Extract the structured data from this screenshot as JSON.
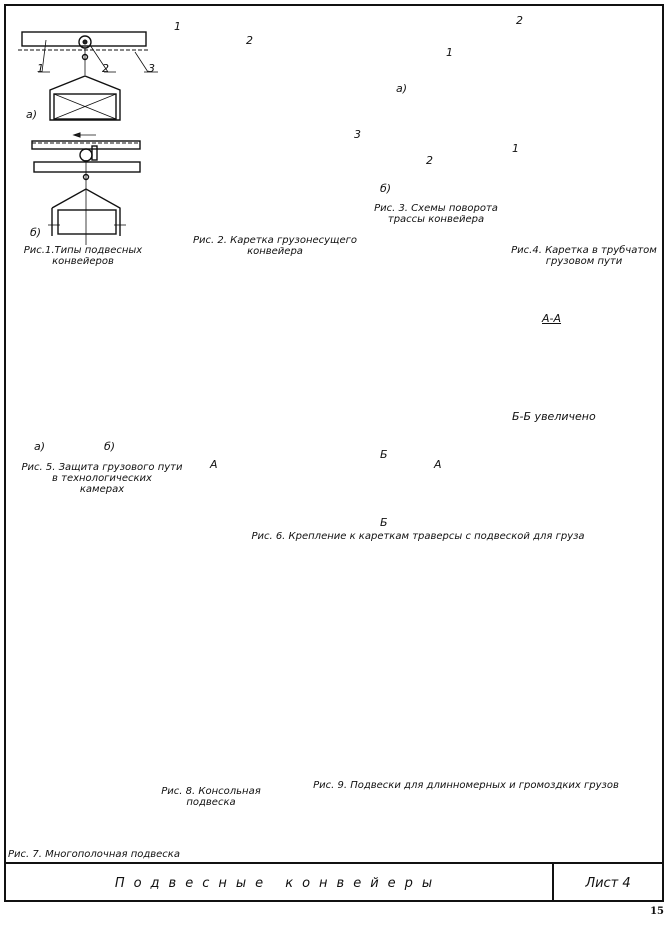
{
  "sheet": {
    "title": "Подвесные конвейеры",
    "sheet_label": "Лист 4",
    "page_number": "15"
  },
  "figures": [
    {
      "id": "fig1",
      "caption": [
        "Рис.1.Типы подвесных",
        "конвейеров"
      ],
      "variants": [
        "а)",
        "б)"
      ],
      "callouts": [
        "1",
        "2",
        "3"
      ]
    },
    {
      "id": "fig2",
      "caption": [
        "Рис. 2. Каретка грузонесущего",
        "конвейера"
      ],
      "callouts": [
        "1",
        "2",
        "3"
      ]
    },
    {
      "id": "fig3",
      "caption": [
        "Рис. 3. Схемы поворота",
        "трассы конвейера"
      ],
      "variants": [
        "а)",
        "б)"
      ],
      "callouts": [
        "1",
        "2"
      ]
    },
    {
      "id": "fig4",
      "caption": [
        "Рис.4. Каретка в трубчатом",
        "грузовом пути"
      ],
      "callouts": [
        "1",
        "2"
      ]
    },
    {
      "id": "fig5",
      "caption": [
        "Рис. 5. Защита грузового пути",
        "в технологических",
        "камерах"
      ],
      "variants": [
        "а)",
        "б)"
      ]
    },
    {
      "id": "fig6",
      "caption": [
        "Рис. 6. Крепление к кареткам траверсы с подвеской для груза"
      ],
      "section_labels": [
        "А-А",
        "Б-Б увеличено",
        "А",
        "А",
        "Б",
        "Б"
      ]
    },
    {
      "id": "fig7",
      "caption": [
        "Рис. 7. Многополочная подвеска"
      ]
    },
    {
      "id": "fig8",
      "caption": [
        "Рис. 8. Консольная",
        "подвеска"
      ]
    },
    {
      "id": "fig9",
      "caption": [
        "Рис. 9. Подвески для длинномерных и громоздких грузов"
      ]
    }
  ]
}
